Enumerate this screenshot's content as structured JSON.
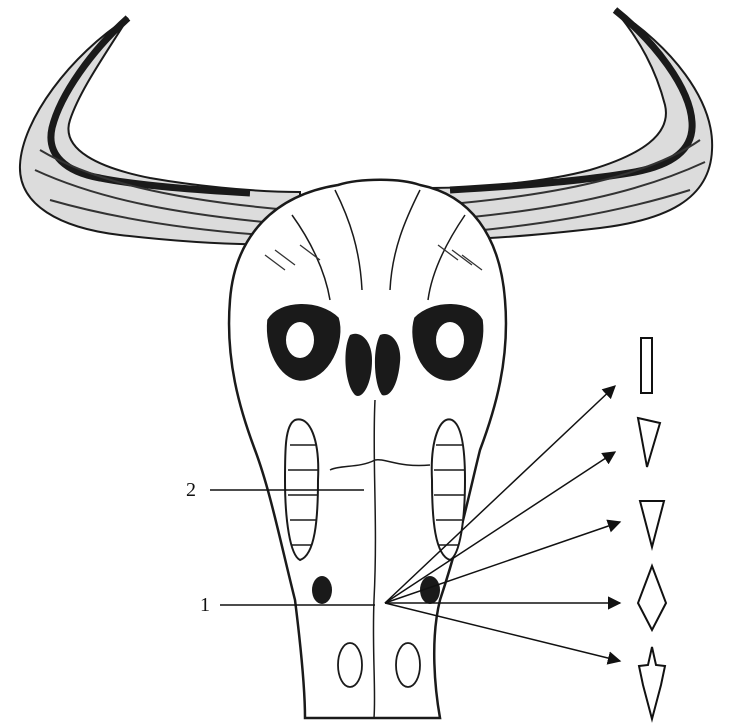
{
  "labels": {
    "label_1": "1",
    "label_2": "2"
  },
  "shapes": [
    "rectangle",
    "scalene-triangle",
    "isosceles-triangle",
    "rhombus",
    "arrowhead"
  ],
  "colors": {
    "ink": "#1a1a1a",
    "fill": "#ffffff",
    "dark": "#111111"
  }
}
